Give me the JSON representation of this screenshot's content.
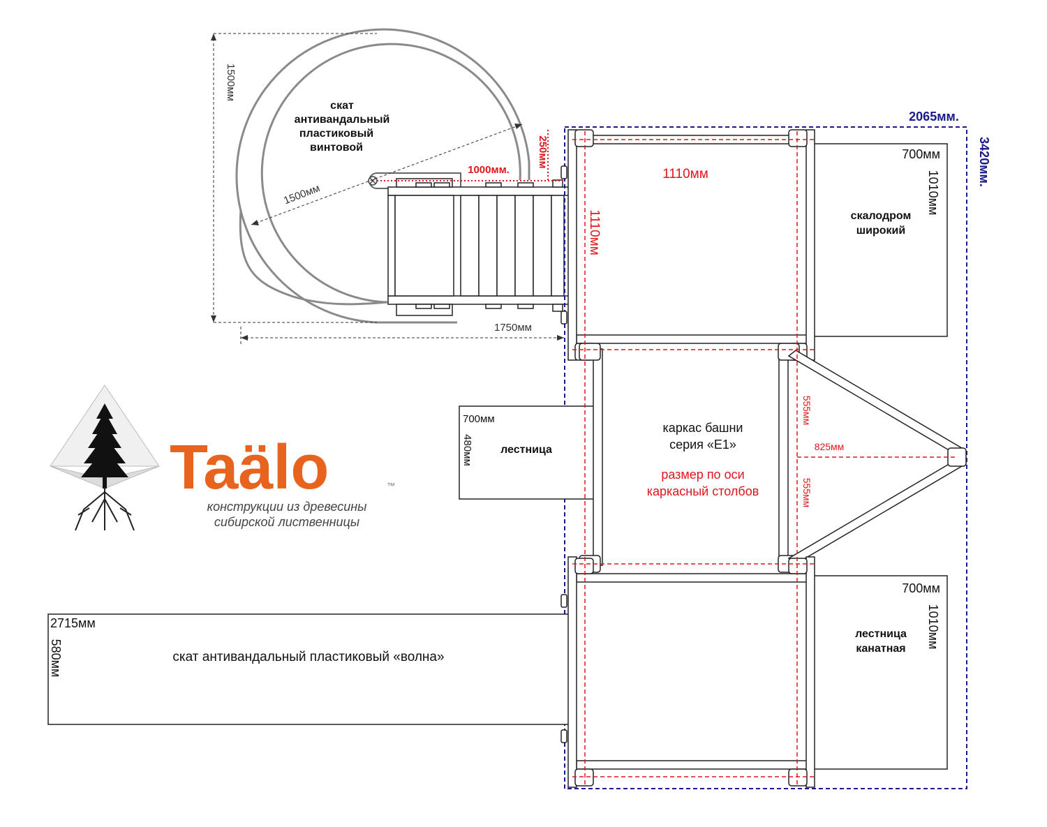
{
  "diagram": {
    "spiral_slide": {
      "label_lines": [
        "скат",
        "антивандальный",
        "пластиковый",
        "винтовой"
      ],
      "diameter_label": "1500мм",
      "height_label": "1500мм",
      "width_label": "1750мм",
      "platform_length_label": "1000мм.",
      "offset_label": "250мм"
    },
    "overall": {
      "width_label": "2065мм.",
      "length_label": "3420мм."
    },
    "top_module": {
      "axis_width_label": "1110мм",
      "axis_height_label": "1110мм"
    },
    "climbing_wall": {
      "width_label": "700мм",
      "length_label": "1010мм",
      "label_lines": [
        "скалодром",
        "широкий"
      ]
    },
    "tower": {
      "label_lines": [
        "каркас башни",
        "серия «Е1»"
      ],
      "note_lines": [
        "размер по оси",
        "каркасный столбов"
      ],
      "half_label_top": "555мм",
      "half_label_bottom": "555мм",
      "triangle_depth_label": "825мм"
    },
    "ladder": {
      "width_label": "700мм",
      "depth_label": "480мм",
      "label": "лестница"
    },
    "rope_ladder": {
      "width_label": "700мм",
      "length_label": "1010мм",
      "label_lines": [
        "лестница",
        "канатная"
      ]
    },
    "wave_slide": {
      "length_label": "2715мм",
      "width_label": "580мм",
      "label": "скат антивандальный пластиковый «волна»"
    }
  },
  "logo": {
    "wordmark": "Taälo",
    "trademark": "™",
    "tagline_lines": [
      "конструкции из древесины",
      "сибирской лиственницы"
    ]
  },
  "colors": {
    "dimension_red": "#e0161c",
    "dimension_blue": "#1a1a8c",
    "brand_orange": "#e8631d",
    "outline": "#222222",
    "slide_grey": "#8a8a8a"
  }
}
